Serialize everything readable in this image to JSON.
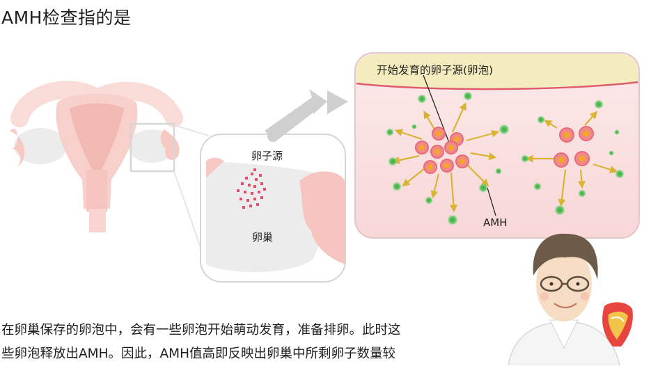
{
  "title": "AMH检查指的是",
  "labels": {
    "egg_source": "卵子源",
    "ovary": "卵巢",
    "follicle": "开始发育的卵子源(卵泡)",
    "amh": "AMH"
  },
  "paragraph": {
    "line1": "在卵巢保存的卵泡中，会有一些卵泡开始萌动发育，准备排卵。此时这",
    "line2": "些卵泡释放出AMH。因此，AMH值高即反映出卵巢中所剩卵子数量较"
  },
  "colors": {
    "uterus": "#f7d0cc",
    "uterus_inner": "#f2b9b3",
    "ovary": "#e8e6e6",
    "follicle": "#f08a8a",
    "follicle_core": "#f5a623",
    "amh_dot": "#44b84a",
    "arrow": "#d9b434",
    "membrane": "#f1e6b5",
    "membrane_line": "#e05a6e",
    "panel_fill": "#fbe3e3"
  }
}
